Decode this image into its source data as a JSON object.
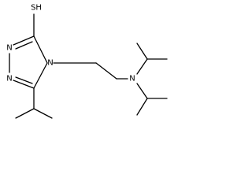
{
  "molecule": {
    "atoms": {
      "sh": "SH",
      "n_ring_1": "N",
      "n_ring_2": "N",
      "n_ring_4": "N",
      "n_amine": "N"
    }
  },
  "colors": {
    "bond": "#000000",
    "label": "#000000",
    "background": "#ffffff"
  }
}
